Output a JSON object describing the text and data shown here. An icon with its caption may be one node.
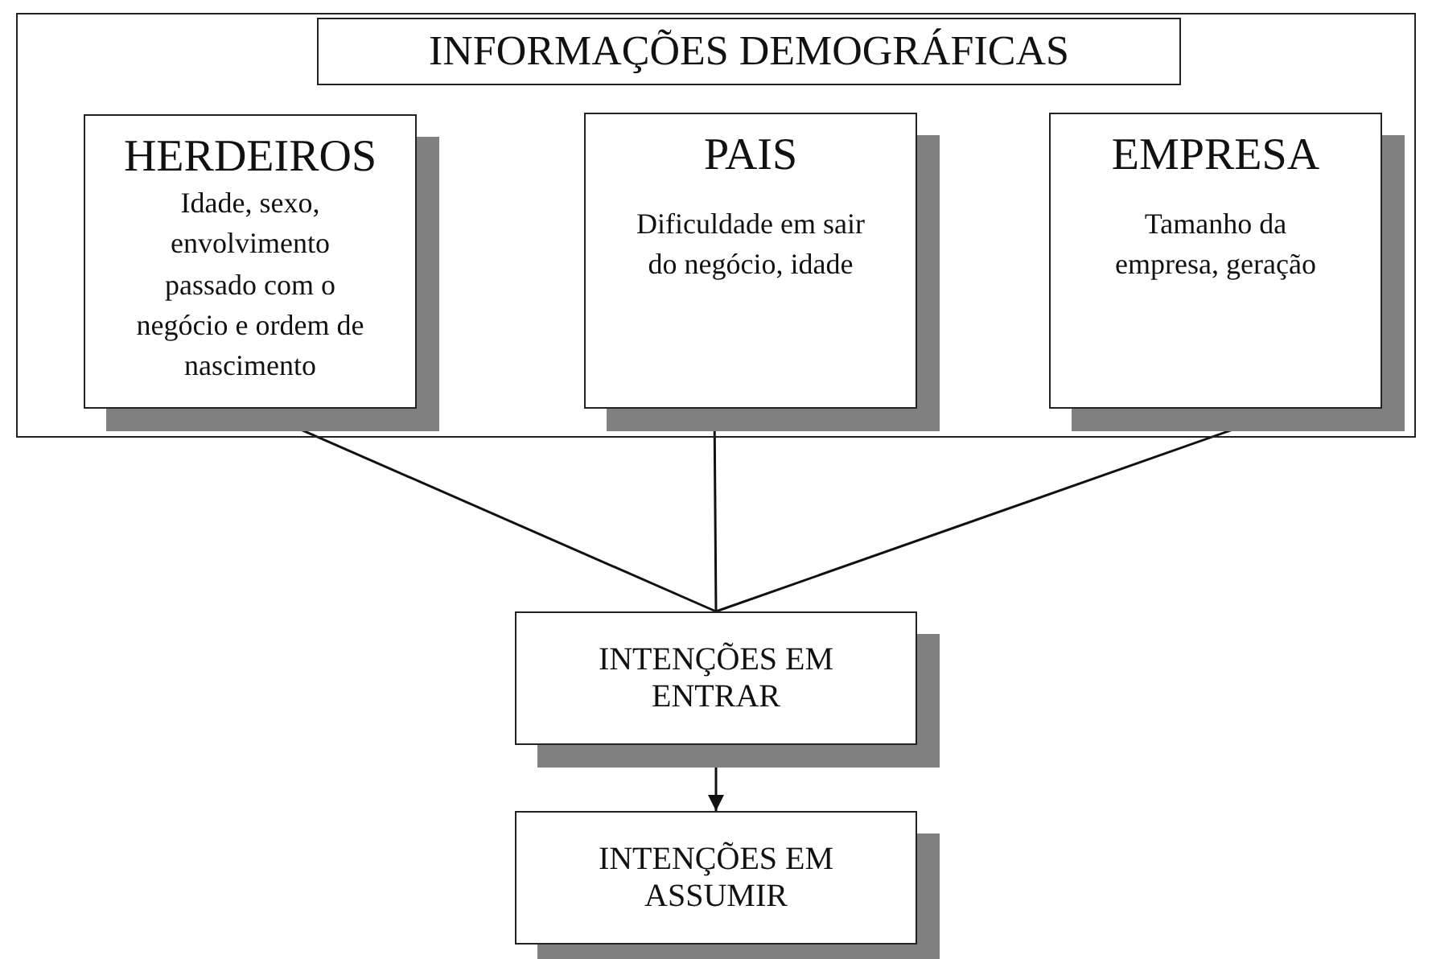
{
  "diagram": {
    "nodes": [
      {
        "text": [],
        "shape": "box"
      },
      {
        "text": [
          "INFORMAÇÕES DEMOGRÁFICAS"
        ],
        "in": 0
      },
      {
        "text": [
          "HERDEIROS",
          "Idade, sexo, envolvimento passado com o negócio e ordem de nascimento"
        ],
        "in": 0
      },
      {
        "text": [
          "PAIS",
          "Dificuldade em sair do negócio, idade"
        ],
        "in": 0
      },
      {
        "text": [
          "EMPRESA",
          "Tamanho da empresa, geração"
        ],
        "in": 0
      },
      {
        "text": [
          "INTENÇÕES EM ENTRAR"
        ]
      },
      {
        "text": [
          "INTENÇÕES EM ASSUMIR"
        ]
      }
    ],
    "edges": [
      {
        "from": 2,
        "to": 5,
        "arrow": "none"
      },
      {
        "from": 3,
        "to": 5,
        "arrow": "none"
      },
      {
        "from": 4,
        "to": 5,
        "arrow": "none"
      },
      {
        "from": 5,
        "to": 6,
        "arrow": "to"
      }
    ]
  }
}
